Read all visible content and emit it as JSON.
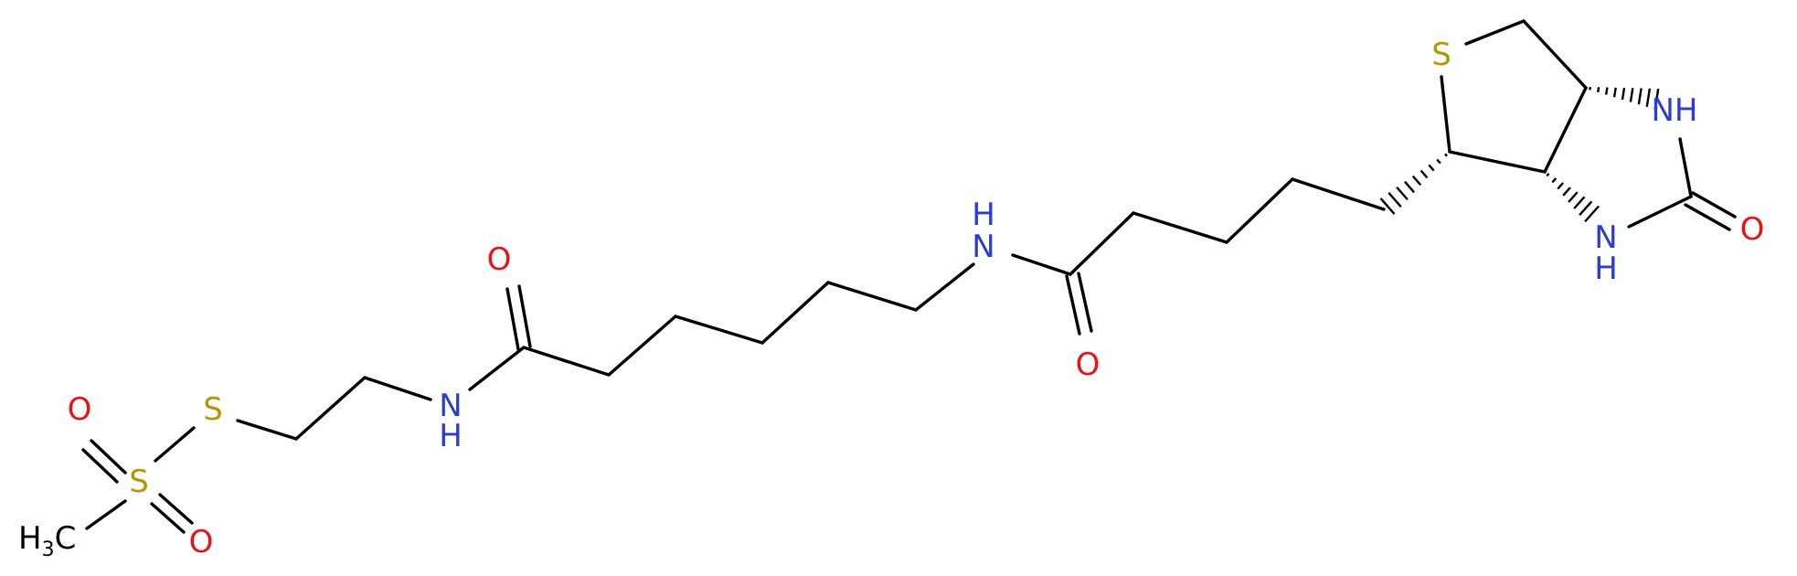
{
  "colors": {
    "bond": "#000000",
    "S": "#b39800",
    "N": "#2a3bd8",
    "O": "#e8121b",
    "C": "#000000"
  },
  "molecule": {
    "atoms": {
      "s_ring": "S",
      "nh_top": "NH",
      "nh_bottom_n": "N",
      "nh_bottom_h": "H",
      "o_urea": "O",
      "nh_amide1_n": "N",
      "nh_amide1_h": "H",
      "o_amide1": "O",
      "o_amide2": "O",
      "nh_amide2_n": "N",
      "nh_amide2_h": "H",
      "s_thio": "S",
      "s_sulfonyl": "S",
      "o_sulfonyl1": "O",
      "o_sulfonyl2": "O",
      "methyl_h": "H",
      "methyl_sub": "3",
      "methyl_c": "C"
    }
  }
}
